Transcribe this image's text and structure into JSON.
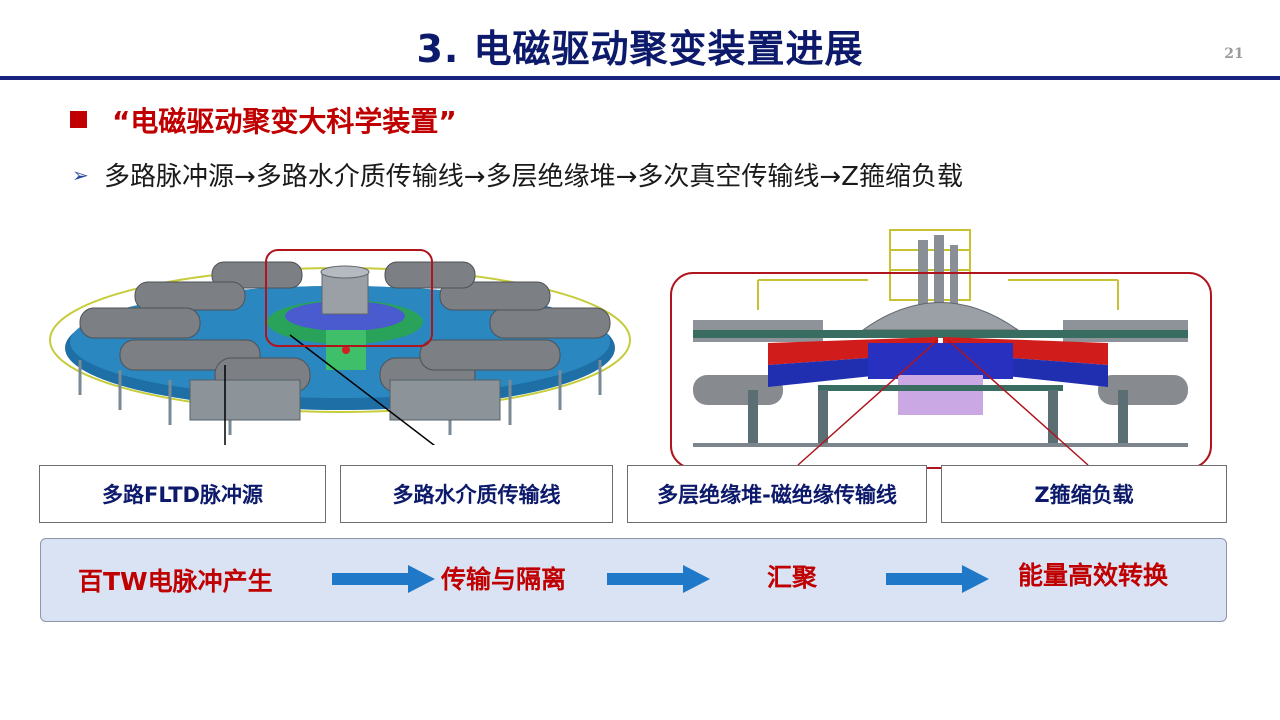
{
  "slide": {
    "title": "3. 电磁驱动聚变装置进展",
    "page_number": "21",
    "heading": "“电磁驱动聚变大科学装置”",
    "subtitle": "多路脉冲源→多路水介质传输线→多层绝缘堆→多次真空传输线→Z箍缩负载"
  },
  "labels": [
    "多路FLTD脉冲源",
    "多路水介质传输线",
    "多层绝缘堆-磁绝缘传输线",
    "Z箍缩负载"
  ],
  "flow": {
    "steps": [
      "百TW电脉冲产生",
      "传输与隔离",
      "汇聚",
      "能量高效转换"
    ]
  },
  "colors": {
    "title": "#0d1a6b",
    "accent_red": "#c00000",
    "rule": "#18237d",
    "panel": "#dae3f3",
    "arrow": "#1f78c8"
  }
}
